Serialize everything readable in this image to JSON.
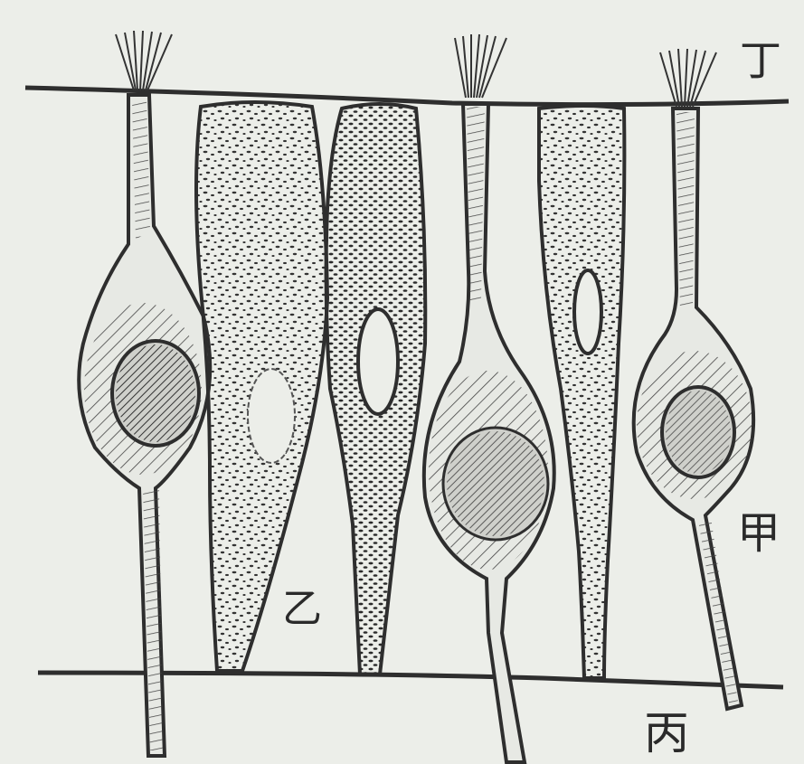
{
  "labels": {
    "top": "丁",
    "right": "甲",
    "middle": "乙",
    "bottom": "丙"
  },
  "colors": {
    "paper": "#eceee9",
    "ink": "#2e2e2e"
  }
}
